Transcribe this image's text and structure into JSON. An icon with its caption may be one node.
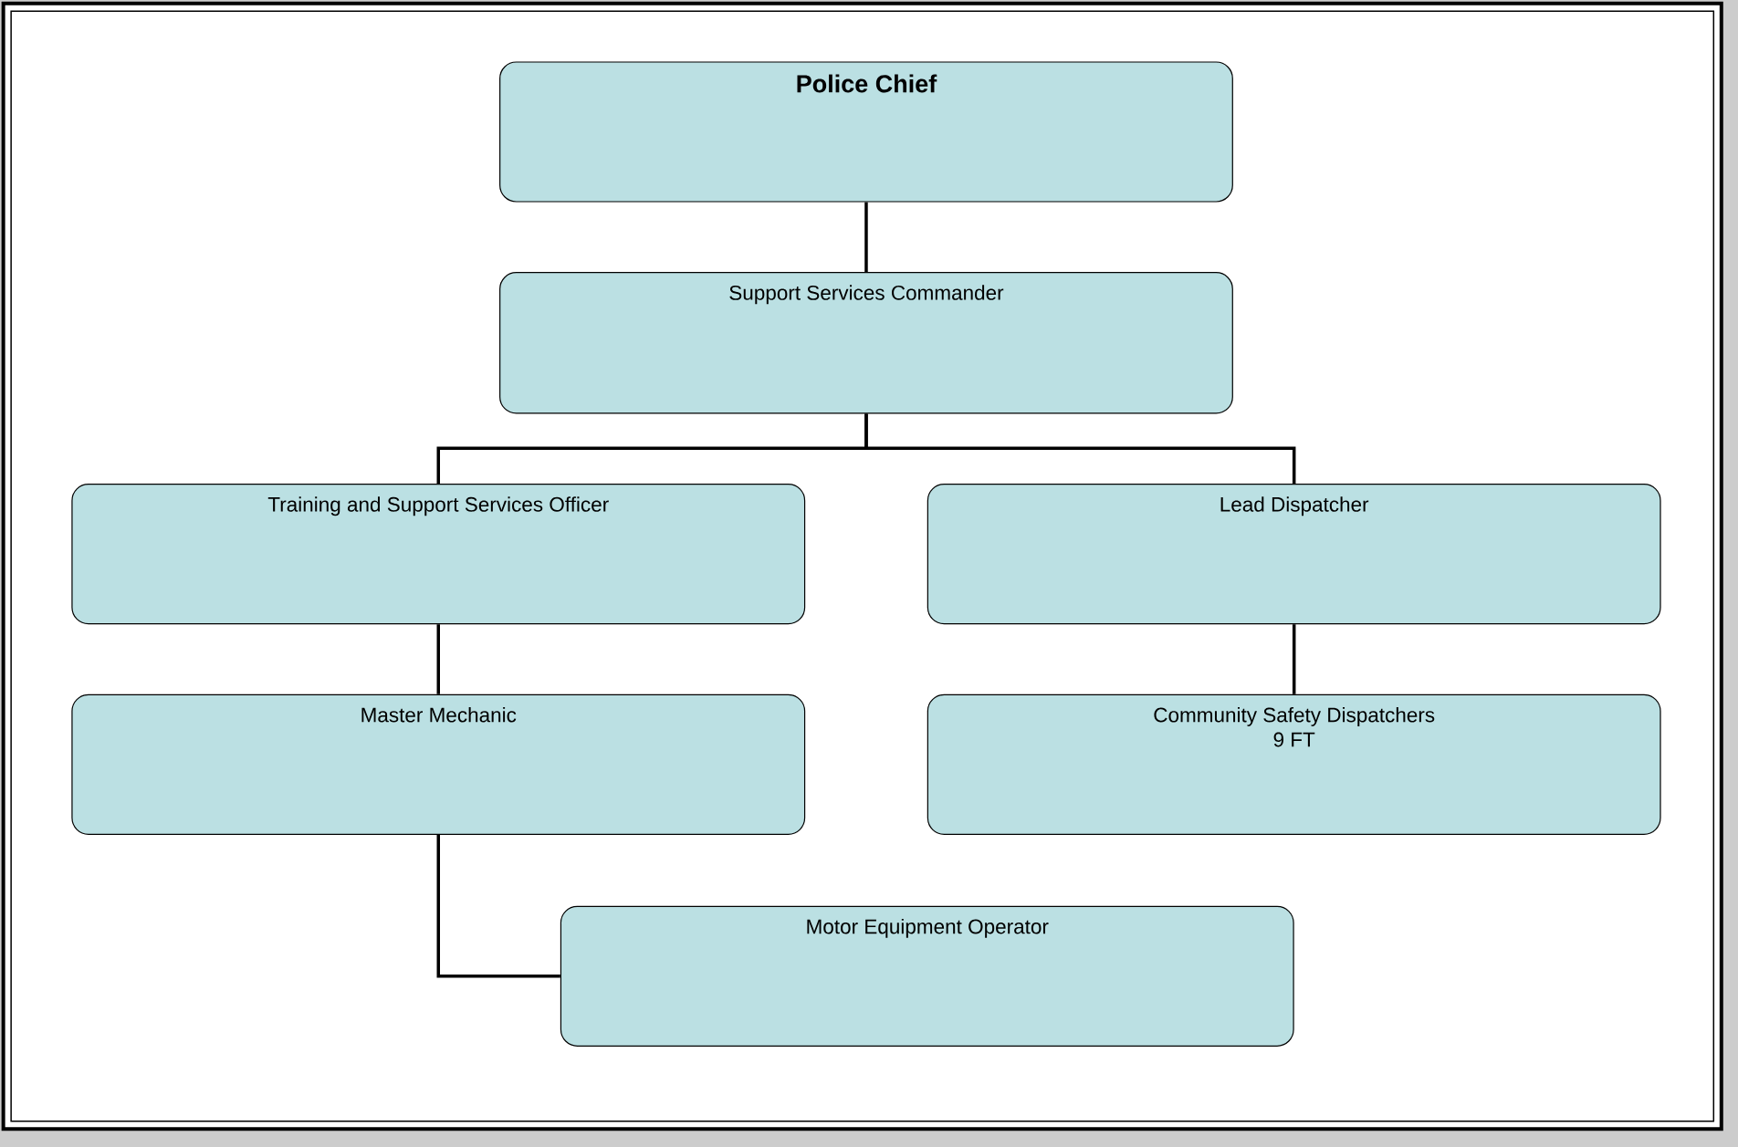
{
  "diagram": {
    "nodes": [
      {
        "text": [
          "Police Chief"
        ]
      },
      {
        "text": [
          "Support Services Commander"
        ]
      },
      {
        "text": [
          "Training and Support Services Officer"
        ]
      },
      {
        "text": [
          "Lead Dispatcher"
        ]
      },
      {
        "text": [
          "Master Mechanic"
        ]
      },
      {
        "text": [
          "Community Safety Dispatchers",
          "9 FT"
        ]
      },
      {
        "text": [
          "Motor Equipment Operator"
        ]
      }
    ],
    "edges": [
      {
        "from": 0,
        "to": 1,
        "arrow": "none"
      },
      {
        "from": 1,
        "to": 2,
        "arrow": "none"
      },
      {
        "from": 1,
        "to": 3,
        "arrow": "none"
      },
      {
        "from": 2,
        "to": 4,
        "arrow": "none"
      },
      {
        "from": 3,
        "to": 5,
        "arrow": "none"
      },
      {
        "from": 4,
        "to": 6,
        "arrow": "none"
      }
    ]
  }
}
